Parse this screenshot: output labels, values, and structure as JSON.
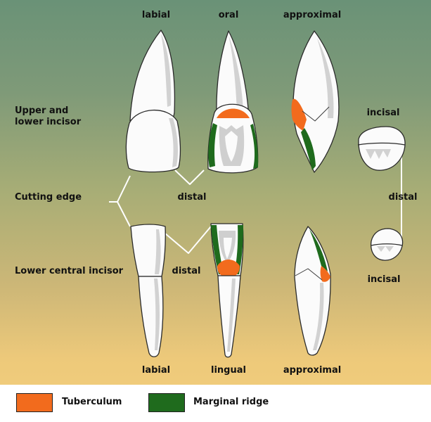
{
  "labels": {
    "top_labial": "labial",
    "top_oral": "oral",
    "top_approximal": "approximal",
    "upper_lower_incisor_line1": "Upper and",
    "upper_lower_incisor_line2": "lower incisor",
    "cutting_edge": "Cutting edge",
    "distal_middle": "distal",
    "distal_right": "distal",
    "distal_lower": "distal",
    "lower_central_incisor": "Lower central incisor",
    "incisal_top": "incisal",
    "incisal_bottom": "incisal",
    "bottom_labial": "labial",
    "bottom_lingual": "lingual",
    "bottom_approximal": "approximal"
  },
  "legend": {
    "tuberculum_label": "Tuberculum",
    "tuberculum_color": "#f26b1d",
    "marginal_ridge_label": "Marginal ridge",
    "marginal_ridge_color": "#1f6b1d"
  },
  "colors": {
    "tooth_fill": "#fbfbfb",
    "tooth_shade": "#d2d2d2",
    "outline": "#2a2a2a",
    "line_white": "#ffffff"
  }
}
